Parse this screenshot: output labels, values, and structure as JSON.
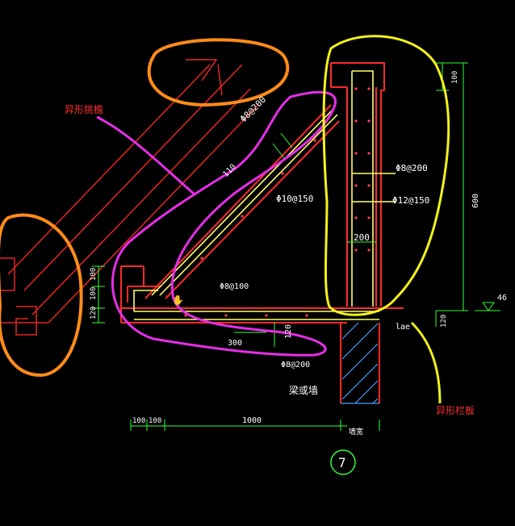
{
  "annotations": {
    "left_note": "异形挑檐",
    "right_note": "异形栏板"
  },
  "rebar_labels": {
    "phi8_200_a": "Φ8@200",
    "phi8_200_b": "Φ8@200",
    "phi10_150": "Φ10@150",
    "phi12_150": "Φ12@150",
    "phi8_100": "Φ8@100",
    "phi8_200_bottom": "Φ8@200"
  },
  "dimensions": {
    "d110": "110",
    "d200": "200",
    "d300": "300",
    "d120_slab": "120",
    "d120_left": "120",
    "d120_right": "120",
    "d100_left_a": "100",
    "d100_left_b": "100",
    "d100_top": "100",
    "d600": "600",
    "d100_bottom_a": "100",
    "d100_bottom_b": "100",
    "d1000": "1000",
    "wall_width": "墙宽",
    "lae": "lae",
    "elev": "46"
  },
  "texts": {
    "beam_or_wall": "梁或墙",
    "detail_no": "7"
  },
  "colors": {
    "background": "#000000",
    "concrete_outline": "#ff2a2a",
    "rebar": "#ffff66",
    "dimension": "#33ff33",
    "text_white": "#ffffff",
    "marker_orange": "#ff8c1a",
    "marker_magenta": "#e62ee6",
    "marker_yellow": "#f2f21a",
    "note_red": "#ff3030"
  }
}
